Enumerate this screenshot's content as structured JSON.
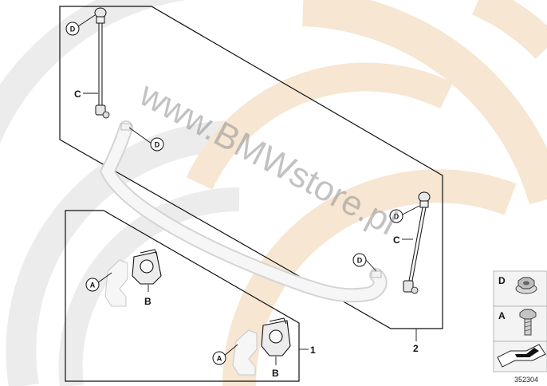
{
  "watermark": {
    "text": "www.BMWstore.pl"
  },
  "diagram": {
    "callouts": {
      "D": "D",
      "C": "C",
      "A": "A",
      "B": "B"
    },
    "group_numbers": {
      "kit_bushes": "1",
      "kit_links": "2"
    },
    "legend": {
      "d": "D",
      "a": "A"
    },
    "document_number": "352304"
  },
  "colors": {
    "swirl_grey": "#e9e9e9",
    "swirl_tan": "#f6e6d2",
    "outline": "#111111",
    "part_fill": "#f2f2f2"
  }
}
